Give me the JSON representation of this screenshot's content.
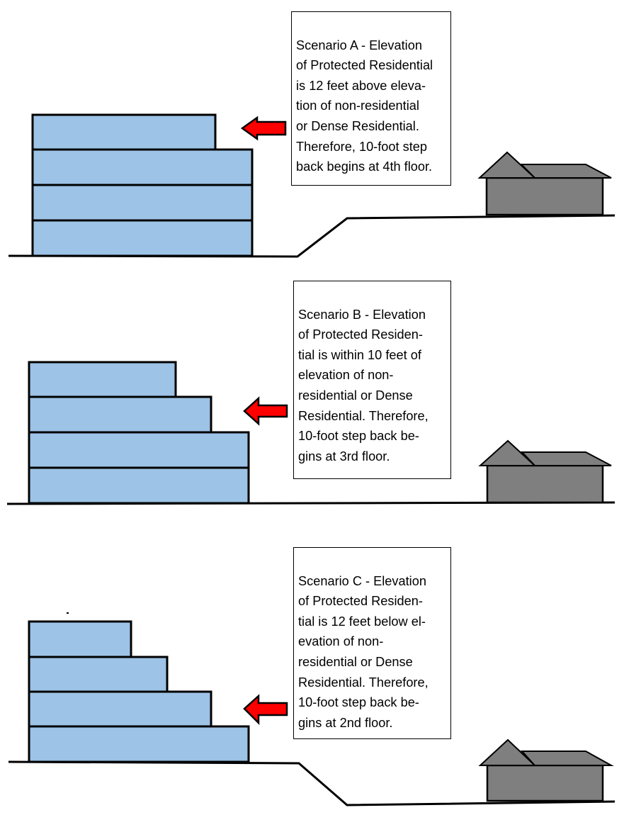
{
  "colors": {
    "building_fill": "#9dc3e6",
    "house_fill": "#7f7f7f",
    "arrow_fill": "#ff0000",
    "outline": "#000000"
  },
  "scenarios": [
    {
      "id": "A",
      "text": "Scenario A - Elevation\nof Protected Residential\nis 12 feet above eleva-\ntion of non-residential\nor Dense Residential.\nTherefore, 10-foot step\nback begins at 4th floor.",
      "stepback_floor": 4,
      "protected_residential_relative_elevation_ft": 12,
      "floors": 4
    },
    {
      "id": "B",
      "text": "Scenario B - Elevation\nof Protected Residen-\ntial is within 10 feet of\nelevation of non-\nresidential or Dense\nResidential.  Therefore,\n10-foot step back be-\ngins at 3rd floor.",
      "stepback_floor": 3,
      "protected_residential_relative_elevation_ft": 0,
      "floors": 4
    },
    {
      "id": "C",
      "text": "Scenario C - Elevation\nof Protected Residen-\ntial is 12 feet below el-\nevation of non-\nresidential or Dense\nResidential.  Therefore,\n10-foot step back be-\ngins at 2nd floor.",
      "stepback_floor": 2,
      "protected_residential_relative_elevation_ft": -12,
      "floors": 4
    }
  ],
  "icons": {
    "arrow": "left-arrow-icon",
    "house": "house-icon",
    "building": "building-icon"
  }
}
